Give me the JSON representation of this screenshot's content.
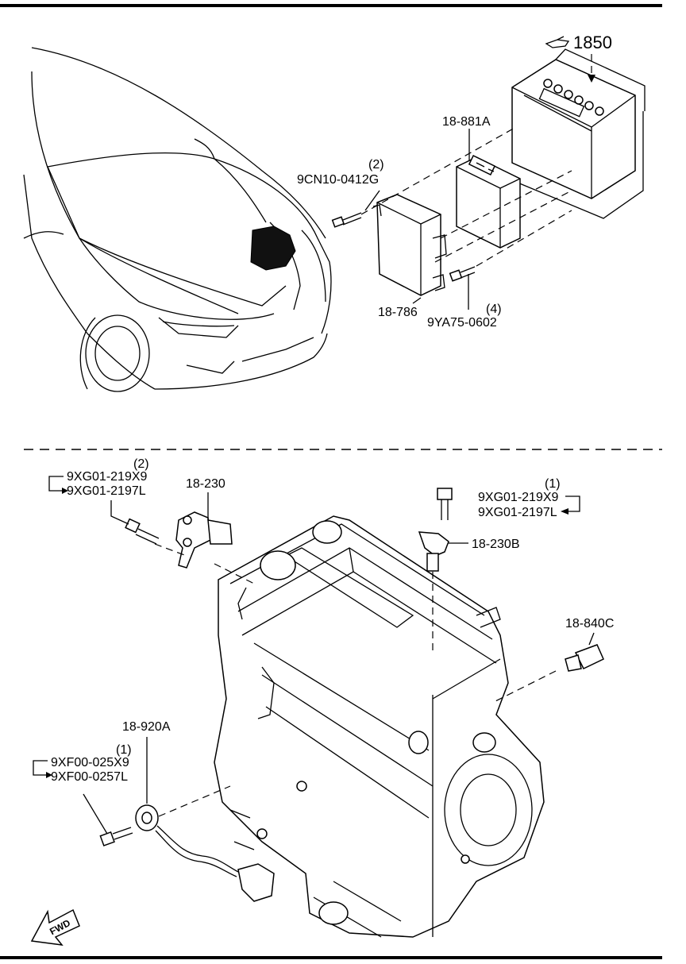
{
  "labels": {
    "ref_1850": "1850",
    "pcm": "18-881A",
    "bolt_9cn_qty": "(2)",
    "bolt_9cn": "9CN10-0412G",
    "bracket": "18-786",
    "bolt_9ya_qty": "(4)",
    "bolt_9ya": "9YA75-0602",
    "cam_sensor": "18-230",
    "cam_bolt_qty": "(2)",
    "cam_bolt_a": "9XG01-219X9",
    "cam_bolt_b": "9XG01-2197L",
    "crank_bolt_qty": "(1)",
    "crank_bolt_a": "9XG01-219X9",
    "crank_bolt_b": "9XG01-2197L",
    "crank_sensor": "18-230B",
    "temp_sensor": "18-840C",
    "knock_sensor": "18-920A",
    "knock_bolt_qty": "(1)",
    "knock_bolt_a": "9XF00-025X9",
    "knock_bolt_b": "9XF00-0257L",
    "fwd": "FWD"
  },
  "icons": {
    "reference_hand": "pointing-hand-icon",
    "forward_arrow": "fwd-arrow-icon"
  }
}
